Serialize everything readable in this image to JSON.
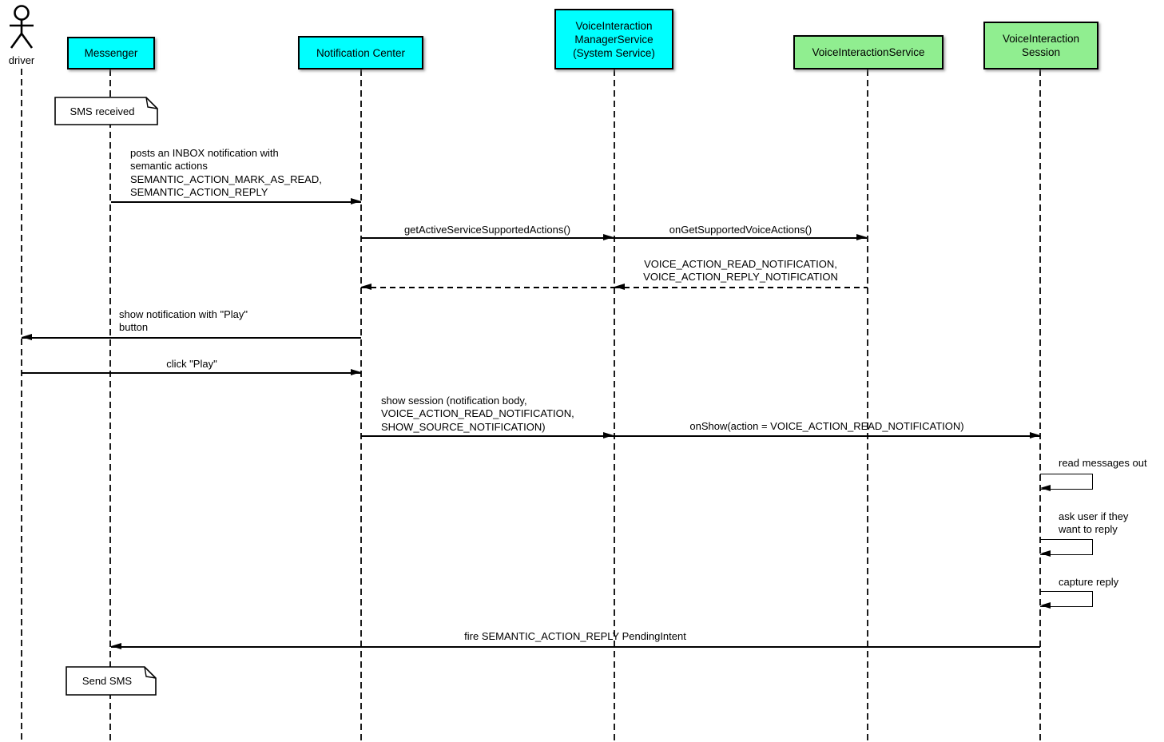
{
  "diagram_type": "uml-sequence",
  "colors": {
    "participant_cyan": "#00ffff",
    "participant_green": "#90ee90",
    "line_black": "#000000",
    "note_background": "#ffffff"
  },
  "participants": {
    "driver": {
      "label": "driver",
      "type": "actor"
    },
    "messenger": {
      "label": "Messenger"
    },
    "notification_center": {
      "label": "Notification Center"
    },
    "voice_interaction_manager_service": {
      "label": "VoiceInteraction\nManagerService\n(System Service)"
    },
    "voice_interaction_service": {
      "label": "VoiceInteractionService"
    },
    "voice_interaction_session": {
      "label": "VoiceInteraction\nSession"
    }
  },
  "notes": {
    "sms_received": "SMS received",
    "send_sms": "Send SMS"
  },
  "messages": {
    "post_inbox": "posts an INBOX notification with\nsemantic actions\nSEMANTIC_ACTION_MARK_AS_READ,\nSEMANTIC_ACTION_REPLY",
    "get_active_service_supported_actions": "getActiveServiceSupportedActions()",
    "on_get_supported_voice_actions": "onGetSupportedVoiceActions()",
    "supported_actions_return": "VOICE_ACTION_READ_NOTIFICATION,\nVOICE_ACTION_REPLY_NOTIFICATION",
    "show_notification": "show notification with \"Play\"\nbutton",
    "click_play": "click \"Play\"",
    "show_session": "show session (notification body,\nVOICE_ACTION_READ_NOTIFICATION,\nSHOW_SOURCE_NOTIFICATION)",
    "on_show": "onShow(action = VOICE_ACTION_READ_NOTIFICATION)",
    "read_messages_out": "read messages out",
    "ask_user_reply": "ask user if they\nwant to reply",
    "capture_reply": "capture reply",
    "fire_reply": "fire SEMANTIC_ACTION_REPLY PendingIntent"
  }
}
